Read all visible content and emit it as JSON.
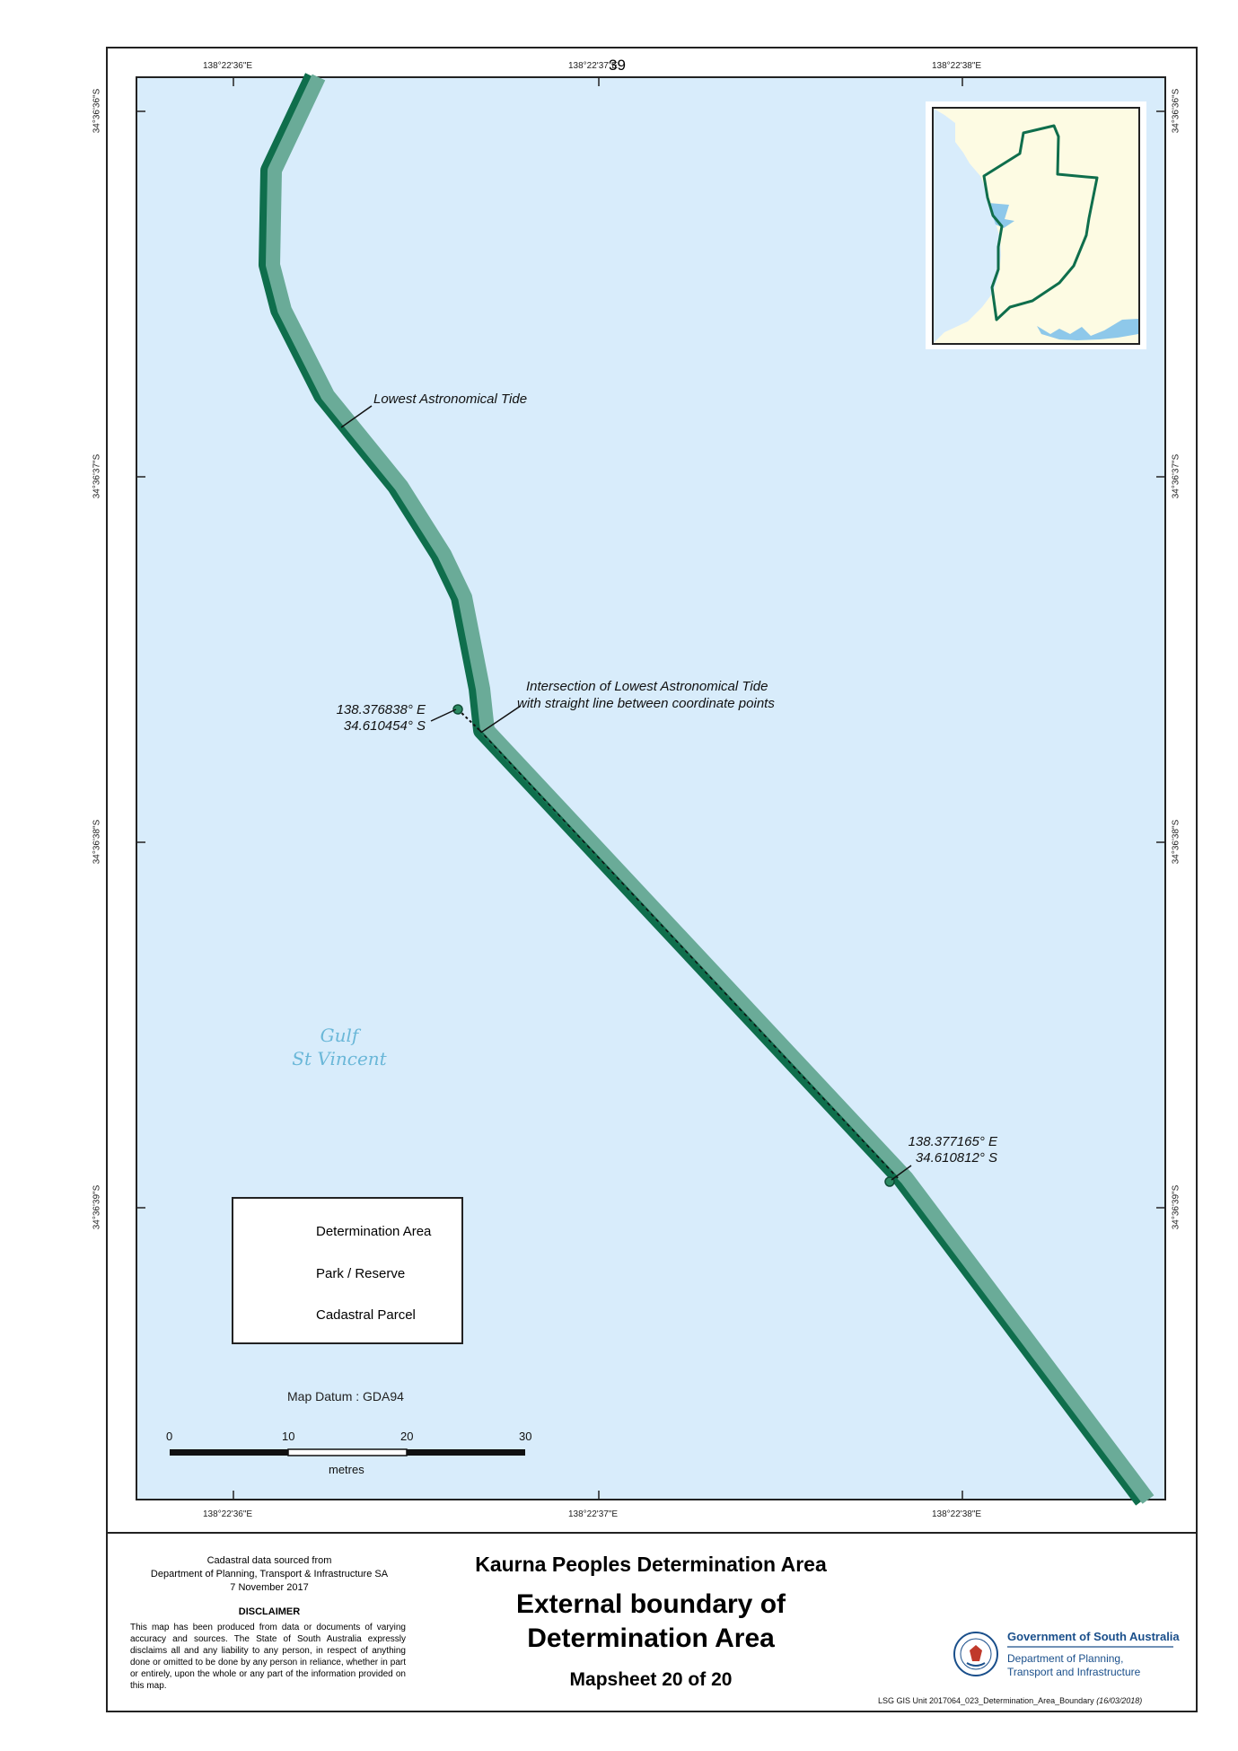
{
  "page_number": "39",
  "graticule": {
    "top_labels": [
      "138°22'36\"E",
      "138°22'37\"E",
      "138°22'38\"E"
    ],
    "bottom_labels": [
      "138°22'36\"E",
      "138°22'37\"E",
      "138°22'38\"E"
    ],
    "left_labels": [
      "34°36'36\"S",
      "34°36'37\"S",
      "34°36'38\"S",
      "34°36'39\"S"
    ],
    "right_labels": [
      "34°36'36\"S",
      "34°36'37\"S",
      "34°36'38\"S",
      "34°36'39\"S"
    ]
  },
  "annotations": {
    "lat_line": "Lowest Astronomical Tide",
    "intersection_line1": "Intersection of Lowest Astronomical Tide",
    "intersection_line2": "with straight line between coordinate points",
    "point1_lon": "138.376838° E",
    "point1_lat": "34.610454° S",
    "point2_lon": "138.377165° E",
    "point2_lat": "34.610812° S"
  },
  "water_label": {
    "line1": "Gulf",
    "line2": "St Vincent"
  },
  "legend": {
    "items": [
      {
        "label": "Determination Area"
      },
      {
        "label": "Park / Reserve"
      },
      {
        "label": "Cadastral Parcel"
      }
    ]
  },
  "map_datum": "Map Datum : GDA94",
  "scale_bar": {
    "ticks": [
      "0",
      "10",
      "20",
      "30"
    ],
    "unit": "metres"
  },
  "colors": {
    "sea": "#d8ecfb",
    "boundary_fill": "#6aab98",
    "boundary_edge": "#0f6e4c",
    "land": "#fdfbe3",
    "park_green": "#9bbb3b"
  },
  "footer": {
    "source_line1": "Cadastral data sourced from",
    "source_line2": "Department of Planning, Transport & Infrastructure SA",
    "source_line3": "7 November 2017",
    "disclaimer_title": "DISCLAIMER",
    "disclaimer_text": "This map has been produced from data or documents of varying accuracy and sources. The State of South Australia expressly disclaims all and any liability to any person, in respect of anything done or omitted to be done by any person in reliance, whether in part or entirely, upon the whole or any part of the information provided on this map.",
    "title_line1": "Kaurna Peoples Determination Area",
    "title_line2": "External boundary of",
    "title_line3": "Determination Area",
    "mapsheet": "Mapsheet 20 of 20",
    "gov_name": "Government of South Australia",
    "dept_line1": "Department of Planning,",
    "dept_line2": "Transport and Infrastructure",
    "file_ref": "LSG GIS Unit  2017064_023_Determination_Area_Boundary",
    "file_date": "(16/03/2018)"
  }
}
